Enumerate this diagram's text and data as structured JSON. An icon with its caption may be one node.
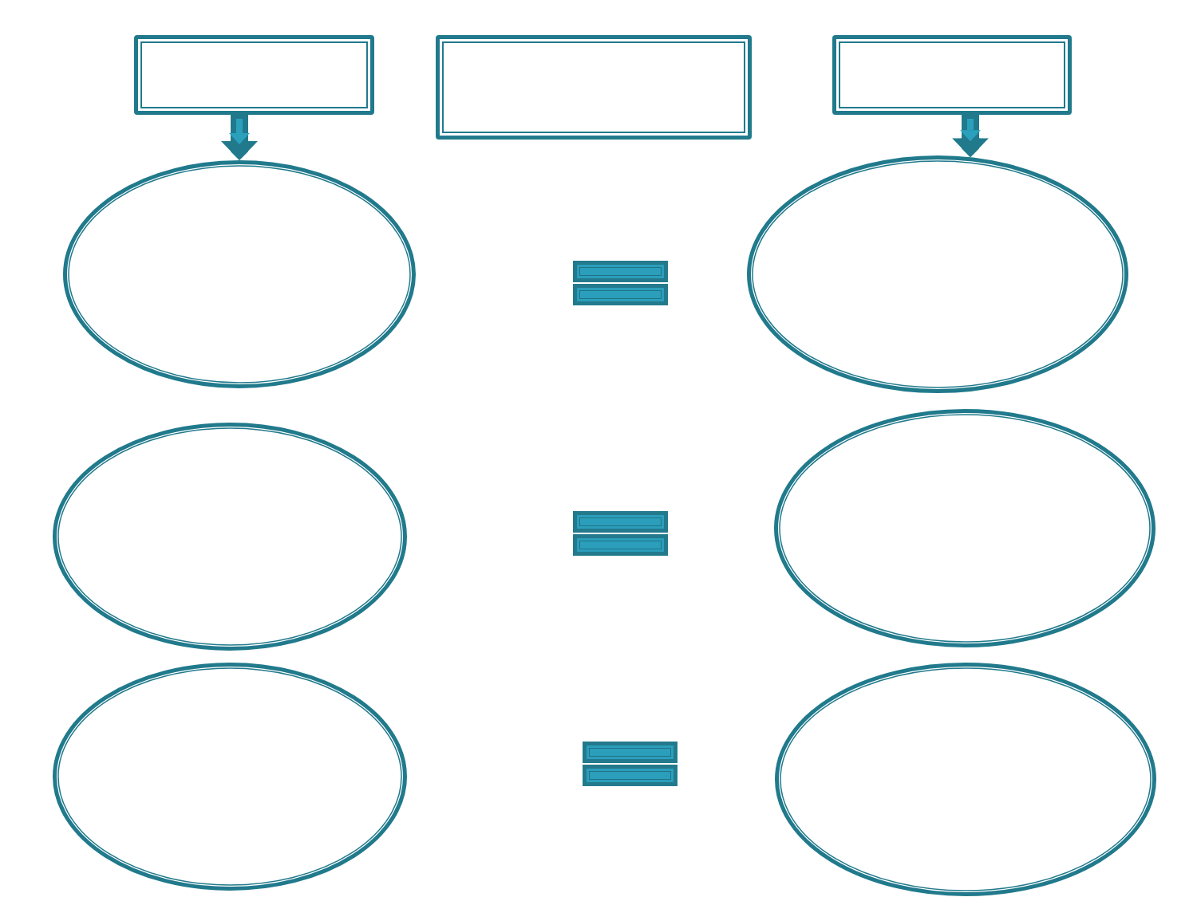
{
  "diagram": {
    "nodes": [
      {
        "text": [],
        "shape": "box"
      },
      {
        "text": [],
        "shape": "box"
      },
      {
        "text": [],
        "shape": "box"
      },
      {
        "text": [],
        "shape": "ellipse"
      },
      {
        "text": [],
        "shape": "ellipse"
      },
      {
        "text": [],
        "shape": "ellipse"
      },
      {
        "text": [],
        "shape": "ellipse"
      },
      {
        "text": [],
        "shape": "ellipse"
      },
      {
        "text": [],
        "shape": "ellipse"
      }
    ],
    "edges": [
      {
        "from": 0,
        "to": 3,
        "arrow": "to"
      },
      {
        "from": 2,
        "to": 4,
        "arrow": "to"
      }
    ]
  }
}
